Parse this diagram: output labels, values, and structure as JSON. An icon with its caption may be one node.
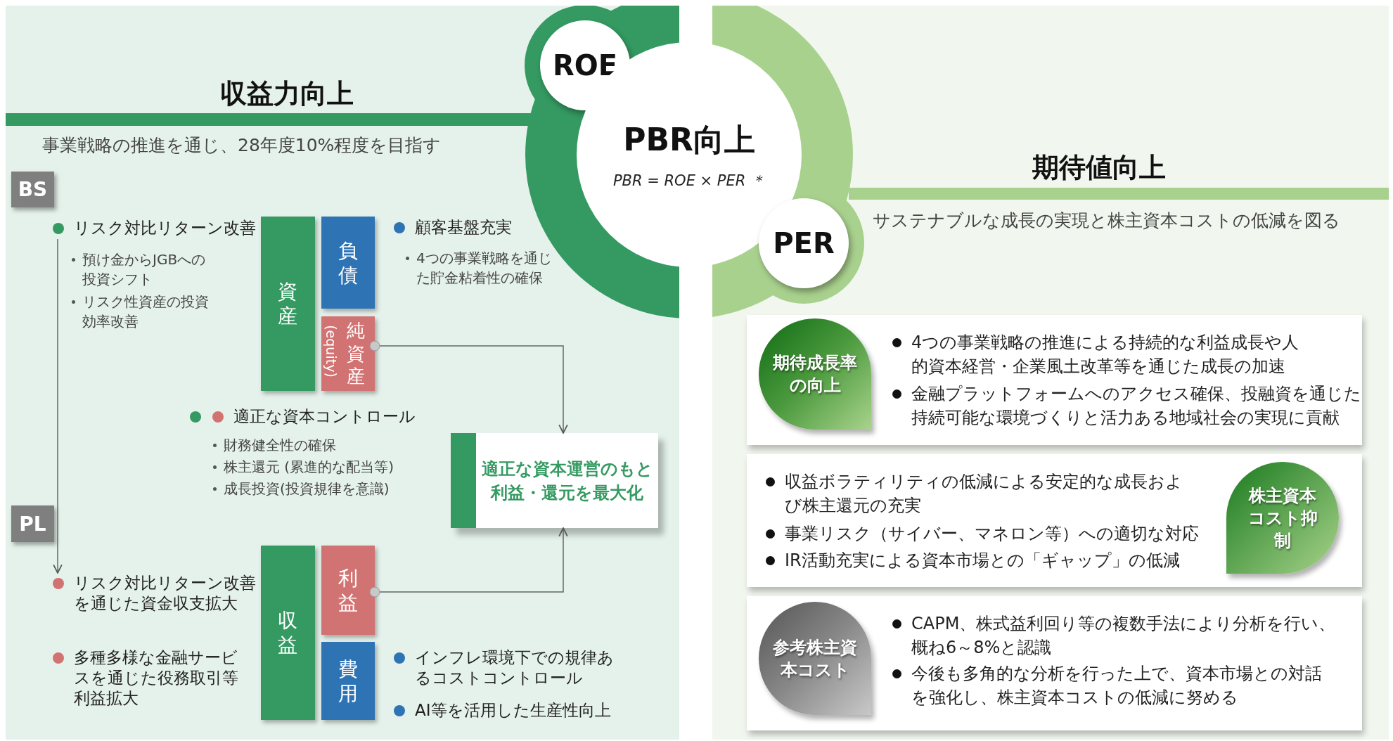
{
  "diagram": {
    "nodes": [
      {
        "text": [
          "ROE"
        ]
      },
      {
        "text": [
          "PBR向上",
          "PBR = ROE × PER ＊"
        ]
      },
      {
        "text": [
          "PER"
        ]
      },
      {
        "text": [
          "BS"
        ]
      },
      {
        "text": [
          "リスク対比リターン改善"
        ]
      },
      {
        "text": [
          "資産"
        ]
      },
      {
        "text": [
          "負債"
        ]
      },
      {
        "text": [
          "純資産",
          "(equity)"
        ]
      },
      {
        "text": [
          "適正な資本運営のもと利益・還元を最大化"
        ]
      },
      {
        "text": [
          "PL"
        ]
      },
      {
        "text": [
          "リスク対比リターン改善を通じた資金収支拡大"
        ]
      },
      {
        "text": [
          "収益"
        ]
      },
      {
        "text": [
          "利益"
        ]
      },
      {
        "text": [
          "費用"
        ]
      },
      {
        "text": [
          "4つの事業戦略の推進による持続的な利益成長や人的資本経営・企業風土改革等を通じた成長の加速",
          "金融プラットフォームへのアクセス確保、投融資を通じた持続可能な環境づくりと活力ある地域社会の実現に貢献"
        ]
      },
      {
        "text": [
          "期待成長率の向上"
        ],
        "in": 14
      },
      {
        "text": [
          "収益ボラティリティの低減による安定的な成長および株主還元の充実",
          "事業リスク（サイバー、マネロン等）への適切な対応",
          "IR活動充実による資本市場との「ギャップ」の低減"
        ]
      },
      {
        "text": [
          "株主資本コスト抑制"
        ],
        "in": 16
      },
      {
        "text": [
          "CAPM、株式益利回り等の複数手法により分析を行い、概ね6～8%と認識",
          "今後も多角的な分析を行った上で、資本市場との対話を強化し、株主資本コストの低減に努める"
        ]
      },
      {
        "text": [
          "参考株主資本コスト"
        ],
        "in": 18
      }
    ],
    "edges": [
      {
        "from": 4,
        "to": 10,
        "arrow": "to"
      },
      {
        "from": 7,
        "to": 8,
        "arrow": "to"
      },
      {
        "from": 12,
        "to": 8,
        "arrow": "to"
      }
    ],
    "labels": [
      "収益力向上",
      "事業戦略の推進を通じ、28年度10%程度を目指す",
      "預け金からJGBへの投資シフト",
      "リスク性資産の投資効率改善",
      "顧客基盤充実",
      "4つの事業戦略を通じた貯金粘着性の確保",
      "適正な資本コントロール",
      "財務健全性の確保",
      "株主還元 (累進的な配当等)",
      "成長投資(投資規律を意識)",
      "多種多様な金融サービスを通じた役務取引等利益拡大",
      "インフレ環境下での規律あるコストコントロール",
      "AI等を活用した生産性向上",
      "期待値向上",
      "サステナブルな成長の実現と株主資本コストの低減を図る"
    ]
  }
}
